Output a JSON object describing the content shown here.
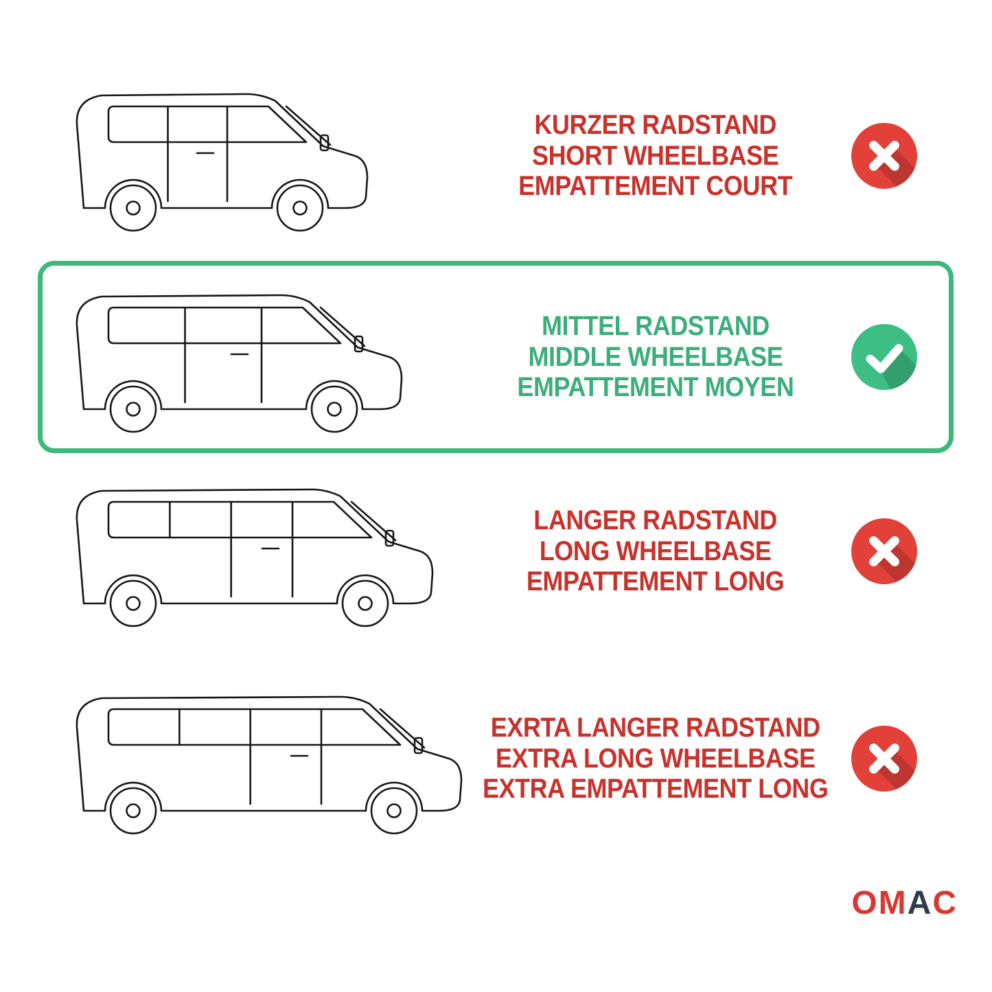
{
  "rows": [
    {
      "id": "short-wheelbase",
      "status": "excluded",
      "badge": "cross",
      "lines": {
        "de": "KURZER RADSTAND",
        "en": "SHORT WHEELBASE",
        "fr": "EMPATTEMENT COURT"
      }
    },
    {
      "id": "middle-wheelbase",
      "status": "included",
      "badge": "check",
      "lines": {
        "de": "MITTEL RADSTAND",
        "en": "MIDDLE WHEELBASE",
        "fr": "EMPATTEMENT MOYEN"
      }
    },
    {
      "id": "long-wheelbase",
      "status": "excluded",
      "badge": "cross",
      "lines": {
        "de": "LANGER RADSTAND",
        "en": "LONG WHEELBASE",
        "fr": "EMPATTEMENT LONG"
      }
    },
    {
      "id": "extra-long-wheelbase",
      "status": "excluded",
      "badge": "cross",
      "lines": {
        "de": "EXRTA LANGER RADSTAND",
        "en": "EXTRA LONG WHEELBASE",
        "fr": "EXTRA EMPATTEMENT LONG"
      }
    }
  ],
  "colors": {
    "text_red": "#C9312B",
    "text_green": "#3BAE7C",
    "badge_red": "#E2413A",
    "badge_green": "#3DBE84",
    "highlight_border": "#3CB878",
    "outline": "#161616",
    "logo_red": "#D93832",
    "logo_dark": "#2E3B4B",
    "background": "#FFFFFF"
  },
  "logo": {
    "text": "OMAC",
    "letters": [
      {
        "ch": "O",
        "color": "#D93832"
      },
      {
        "ch": "M",
        "color": "#D93832"
      },
      {
        "ch": "A",
        "color": "#2E3B4B"
      },
      {
        "ch": "C",
        "color": "#D93832"
      }
    ]
  }
}
